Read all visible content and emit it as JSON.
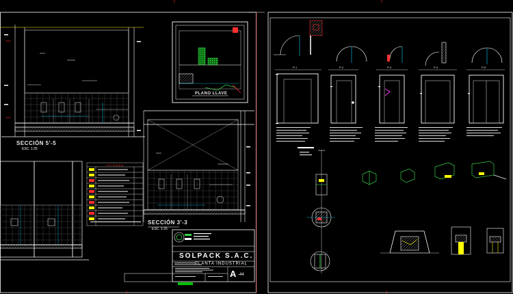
{
  "drawing": {
    "left_sheet": {
      "sections": [
        {
          "title": "SECCIÓN 5'-5",
          "scale": "ESC. 1:25"
        },
        {
          "title": "SECCIÓN 3'-3",
          "scale": "ESC. 1:25"
        }
      ],
      "key_plan": {
        "title": "PLANO LLAVE"
      },
      "legend": {
        "title": "L E Y E N D A"
      },
      "title_block": {
        "company": "SOLPACK S.A.C.",
        "project": "PLANTA INDUSTRIAL",
        "sheet": "A",
        "sheet_number": "-44"
      }
    },
    "right_sheet": {
      "detail_labels": [
        "P-1",
        "P-2",
        "P-3",
        "P-4",
        "P-5"
      ]
    },
    "colors": {
      "background": "#000000",
      "lines": "#ffffff",
      "accent_yellow": "#ffff00",
      "accent_red": "#ff3030",
      "accent_green": "#00c000",
      "accent_magenta": "#ff40ff",
      "accent_cyan": "#00d0ff"
    }
  }
}
